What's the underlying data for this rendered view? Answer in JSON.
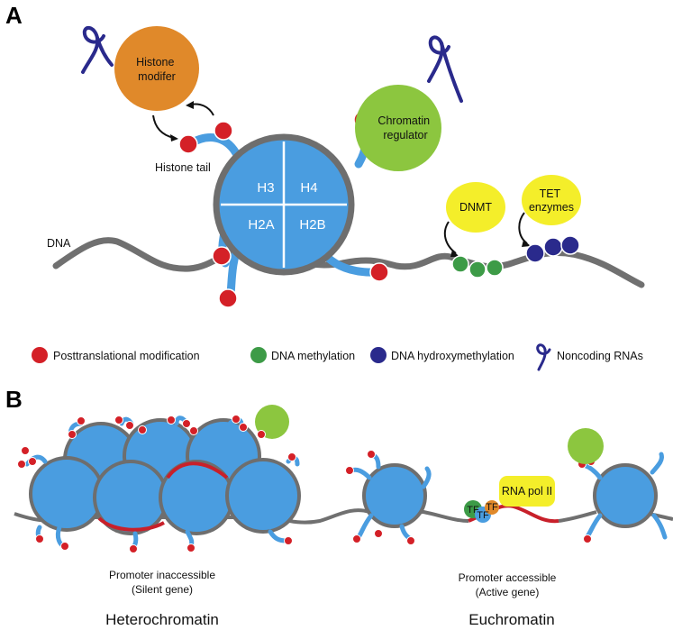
{
  "panel_a": {
    "letter": "A",
    "histone_modifier": "Histone modifer",
    "chromatin_regulator": "Chromatin regulator",
    "histone_tail": "Histone tail",
    "dna": "DNA",
    "histones": [
      "H3",
      "H4",
      "H2A",
      "H2B"
    ],
    "dnmt": "DNMT",
    "tet_enzymes": "TET enzymes"
  },
  "legend": {
    "items": [
      {
        "label": "Posttranslational modification",
        "color": "#d42027"
      },
      {
        "label": "DNA methylation",
        "color": "#3d9b47"
      },
      {
        "label": "DNA hydroxymethylation",
        "color": "#2a2a8c"
      },
      {
        "label": "Noncoding RNAs",
        "color": "#2a2a8c"
      }
    ]
  },
  "panel_b": {
    "letter": "B",
    "tf_label": "TF",
    "rna_pol": "RNA pol II",
    "hetero_caption_line1": "Promoter inaccessible",
    "hetero_caption_line2": "(Silent gene)",
    "eu_caption_line1": "Promoter accessible",
    "eu_caption_line2": "(Active gene)",
    "heterochromatin": "Heterochromatin",
    "euchromatin": "Euchromatin"
  },
  "colors": {
    "histone_blue": "#4a9de0",
    "dna_gray": "#707070",
    "modifier_orange": "#e0892a",
    "regulator_green": "#8cc63f",
    "enzyme_yellow": "#f4ee2a",
    "ptm_red": "#d42027",
    "methyl_green": "#3d9b47",
    "hydroxy_navy": "#2a2a8c",
    "promoter_red": "#c8202a"
  }
}
